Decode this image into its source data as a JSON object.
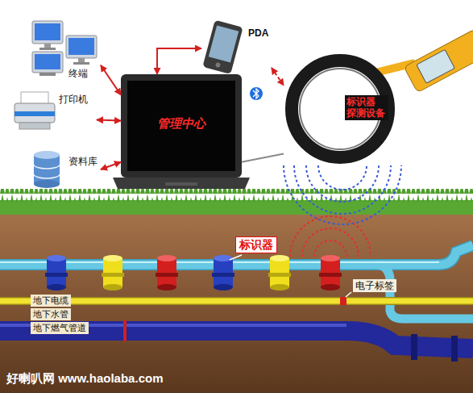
{
  "diagram": {
    "nodes": [
      {
        "text": [
          "终端"
        ]
      },
      {
        "text": [
          "PDA"
        ]
      },
      {
        "text": [
          "打印机"
        ]
      },
      {
        "text": [
          "管理中心"
        ]
      },
      {
        "text": [
          "标识器 探测设备"
        ]
      },
      {
        "text": [
          "资料库"
        ]
      }
    ],
    "edges": [
      {
        "from": 0,
        "to": 3,
        "arrow": "both"
      },
      {
        "from": 2,
        "to": 3,
        "arrow": "both"
      },
      {
        "from": 5,
        "to": 3,
        "arrow": "both"
      },
      {
        "from": 3,
        "to": 1,
        "arrow": "both"
      },
      {
        "from": 1,
        "to": 4,
        "arrow": "both"
      },
      {
        "from": 3,
        "to": 4,
        "arrow": "none"
      }
    ],
    "labels": [
      "标识器",
      "电子标签",
      "地下电缆",
      "地下水管",
      "地下燃气管道",
      "好喇叭网 www.haolaba.com"
    ]
  }
}
